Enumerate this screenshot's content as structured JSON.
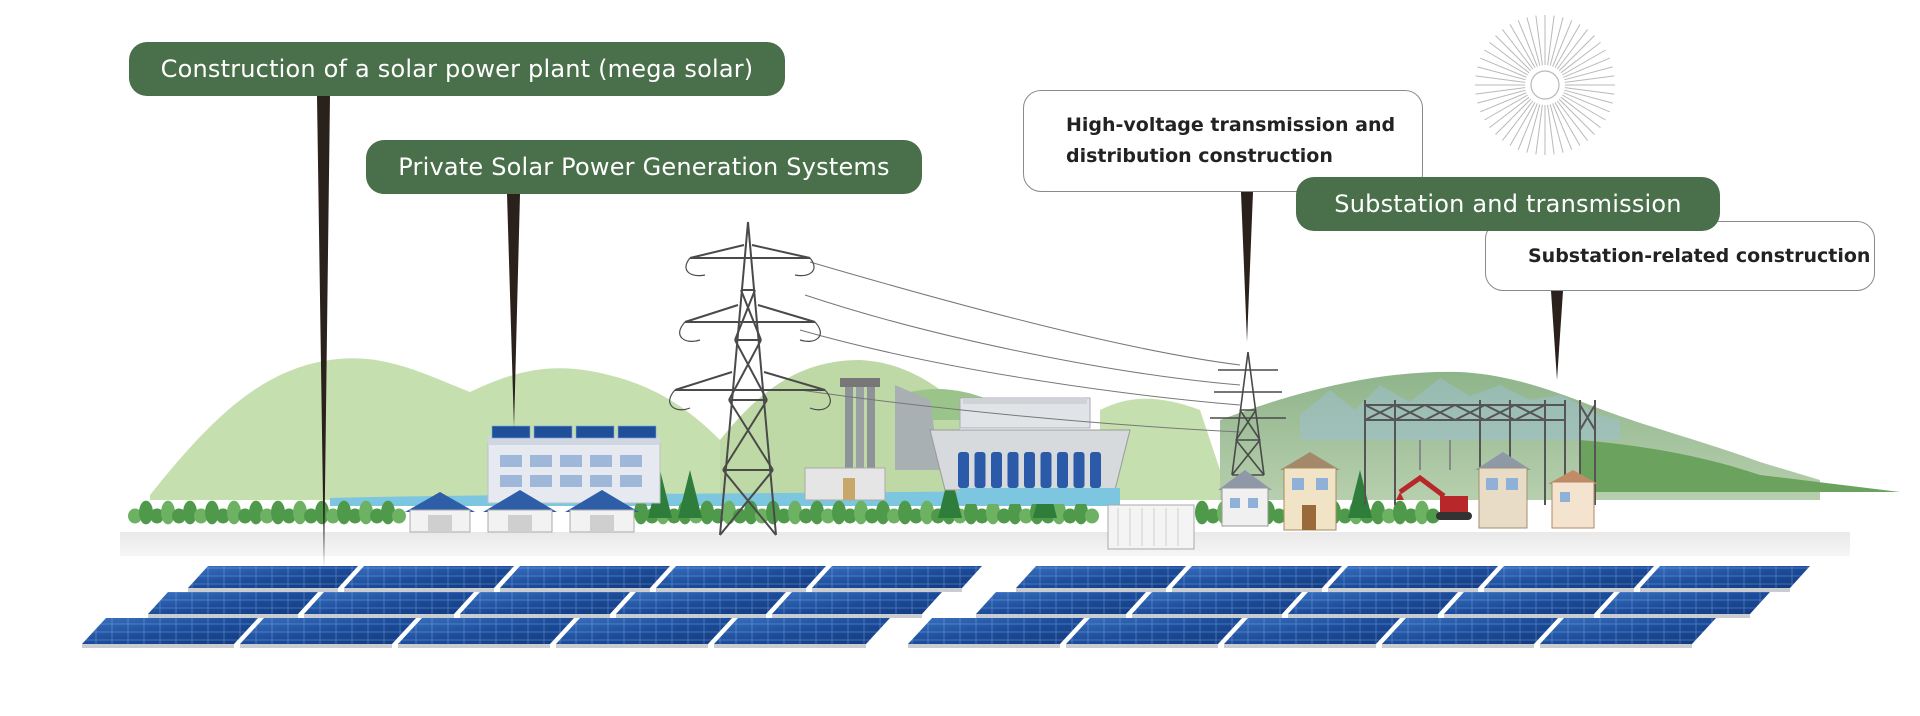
{
  "callouts": {
    "mega_solar": "Construction of a solar power plant (mega solar)",
    "private_solar": "Private Solar Power Generation Systems",
    "high_voltage": "High-voltage transmission and\ndistribution construction",
    "substation_transmission": "Substation and transmission",
    "substation_related": "Substation-related construction"
  },
  "colors": {
    "callout_green": "#4a6f4b",
    "solar_blue": "#1d4f9c",
    "hill_green": "#c6dfae",
    "tree_green": "#4f9a4a",
    "pointer": "#2a211c"
  }
}
